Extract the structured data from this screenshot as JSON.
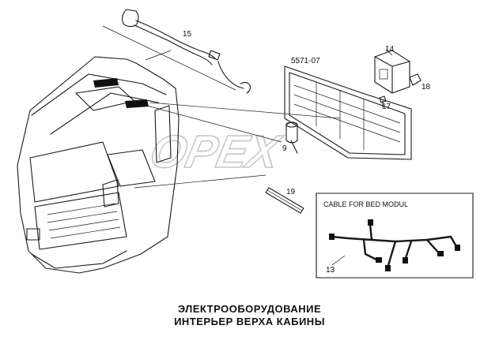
{
  "diagram": {
    "callouts": {
      "c15": "15",
      "c5571": "5571-07",
      "c14": "14",
      "c18": "18",
      "c17": "17",
      "c9": "9",
      "c19": "19",
      "c13": "13"
    },
    "inset_title": "CABLE FOR BED MODUL",
    "watermark": "OPEX"
  },
  "caption": {
    "line1": "ЭЛЕКТРООБОРУДОВАНИЕ",
    "line2": "ИНТЕРЬЕР ВЕРХА КАБИНЫ"
  }
}
